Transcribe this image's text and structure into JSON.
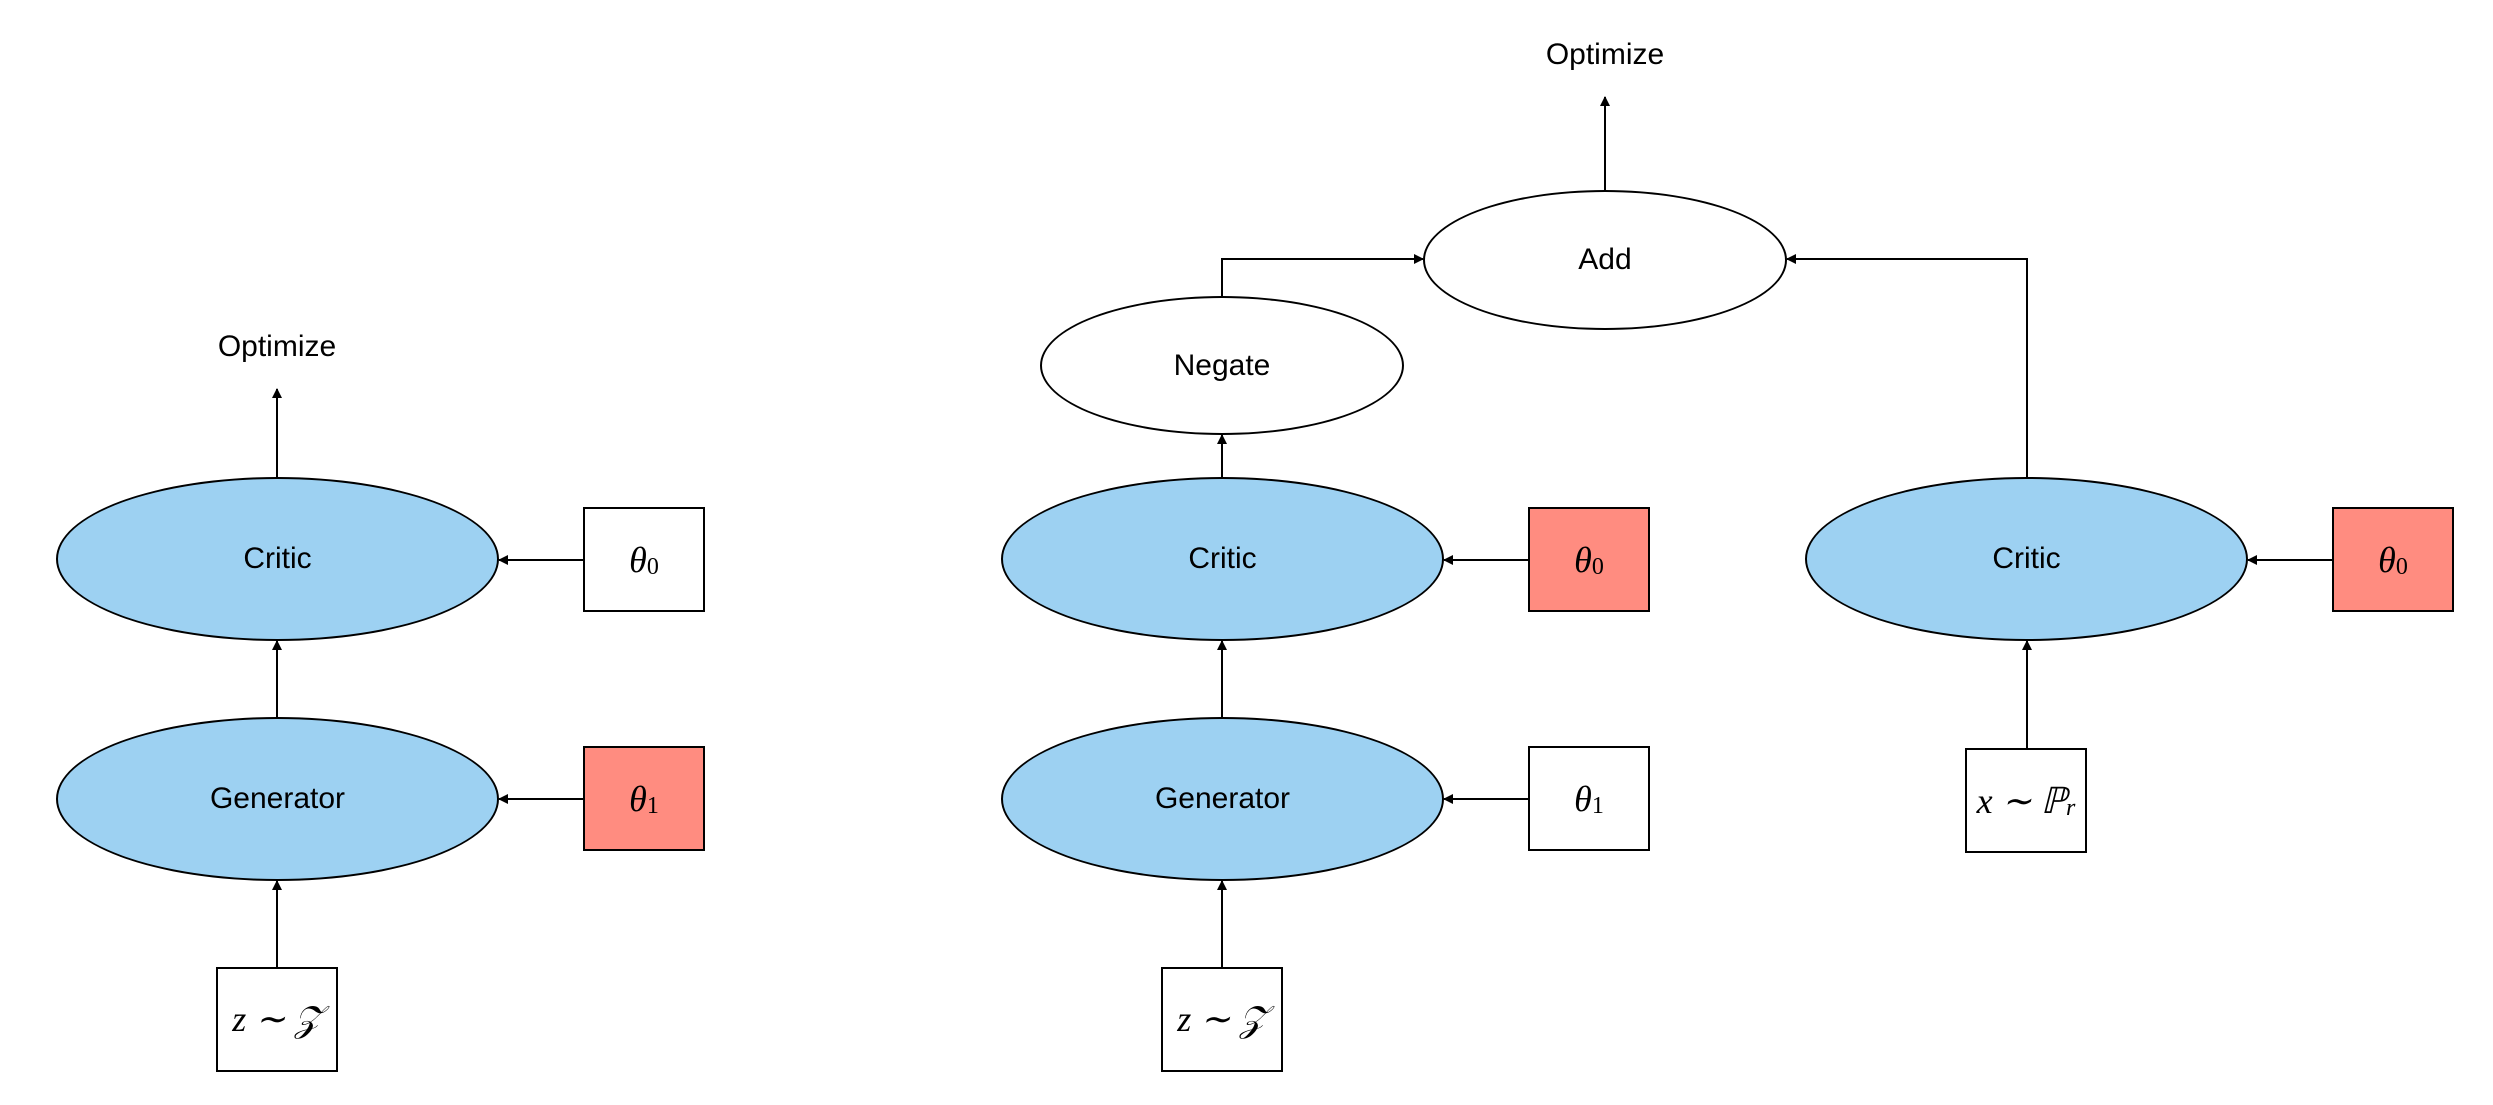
{
  "labels": {
    "optimize": "Optimize",
    "critic": "Critic",
    "generator": "Generator",
    "negate": "Negate",
    "add": "Add"
  },
  "params": {
    "theta0": "θ0",
    "theta1": "θ1",
    "z_sample": "z ∼ 𝒵",
    "x_sample": "x ∼ ℙr"
  },
  "colors": {
    "network_fill": "#9dd1f2",
    "trained_param_fill": "#ff8c80",
    "frozen_param_fill": "#ffffff",
    "stroke": "#000000"
  }
}
